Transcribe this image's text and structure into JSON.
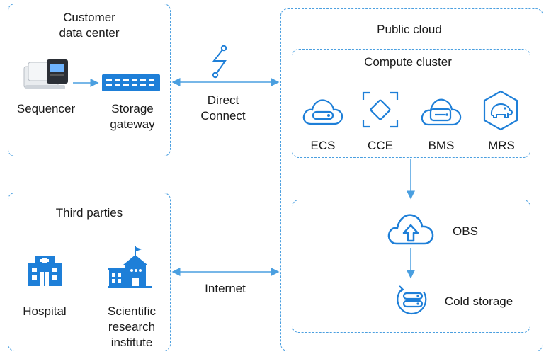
{
  "customer": {
    "title_line1": "Customer",
    "title_line2": "data center",
    "sequencer": "Sequencer",
    "storage_line1": "Storage",
    "storage_line2": "gateway"
  },
  "third": {
    "title": "Third parties",
    "hospital": "Hospital",
    "institute_line1": "Scientific",
    "institute_line2": "research",
    "institute_line3": "institute"
  },
  "links": {
    "direct_line1": "Direct",
    "direct_line2": "Connect",
    "internet": "Internet"
  },
  "cloud": {
    "title": "Public cloud",
    "compute_title": "Compute cluster",
    "services": [
      "ECS",
      "CCE",
      "BMS",
      "MRS"
    ],
    "obs": "OBS",
    "cold": "Cold storage"
  },
  "colors": {
    "accent": "#1e7fd8",
    "dashed_border": "#4a9fe0",
    "line": "#4a9fe0"
  }
}
